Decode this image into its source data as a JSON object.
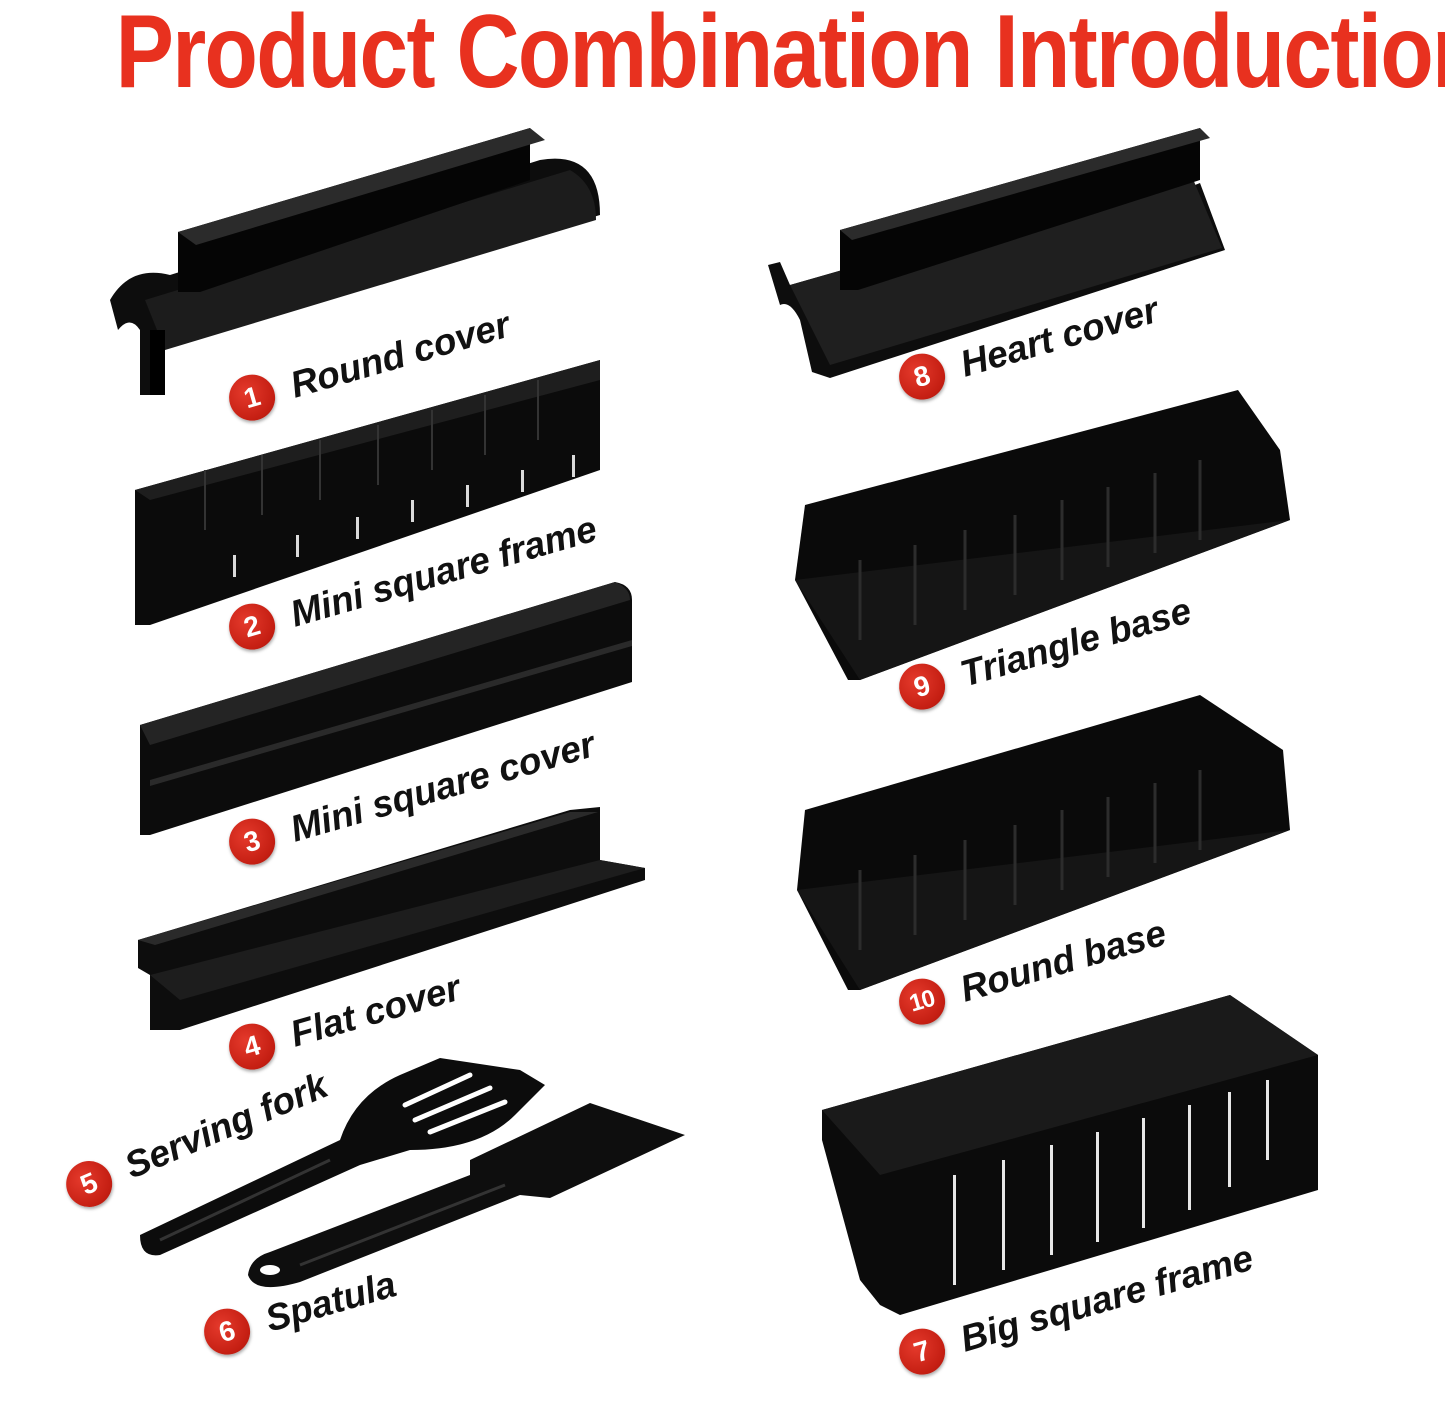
{
  "title": "Product Combination Introduction",
  "colors": {
    "title": "#e8311f",
    "badge": "#d02417",
    "product": "#0d0d0d",
    "label_text": "#111111"
  },
  "items": [
    {
      "number": "1",
      "name": "Round cover"
    },
    {
      "number": "2",
      "name": "Mini square frame"
    },
    {
      "number": "3",
      "name": "Mini square cover"
    },
    {
      "number": "4",
      "name": "Flat cover"
    },
    {
      "number": "5",
      "name": "Serving fork"
    },
    {
      "number": "6",
      "name": "Spatula"
    },
    {
      "number": "7",
      "name": "Big square frame"
    },
    {
      "number": "8",
      "name": "Heart cover"
    },
    {
      "number": "9",
      "name": "Triangle base"
    },
    {
      "number": "10",
      "name": "Round base"
    }
  ]
}
